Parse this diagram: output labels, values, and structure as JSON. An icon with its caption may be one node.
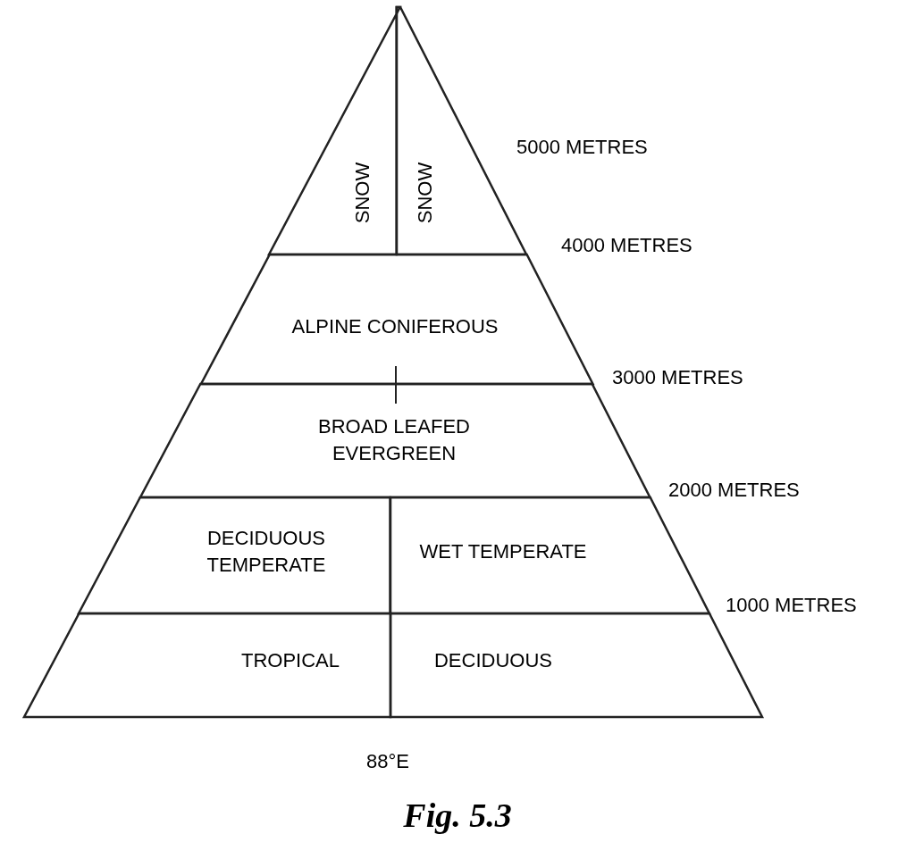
{
  "diagram": {
    "caption": "Fig. 5.3",
    "nodes": [
      {
        "text": [
          "SNOW"
        ]
      },
      {
        "text": [
          "SNOW"
        ]
      },
      {
        "text": [
          "ALPINE CONIFEROUS"
        ]
      },
      {
        "text": [
          "BROAD LEAFED EVERGREEN"
        ]
      },
      {
        "text": [
          "DECIDUOUS TEMPERATE"
        ]
      },
      {
        "text": [
          "WET TEMPERATE"
        ]
      },
      {
        "text": [
          "TROPICAL"
        ]
      },
      {
        "text": [
          "DECIDUOUS"
        ]
      }
    ],
    "labels": [
      "5000 METRES",
      "4000 METRES",
      "3000 METRES",
      "2000 METRES",
      "1000 METRES",
      "88°E"
    ]
  }
}
